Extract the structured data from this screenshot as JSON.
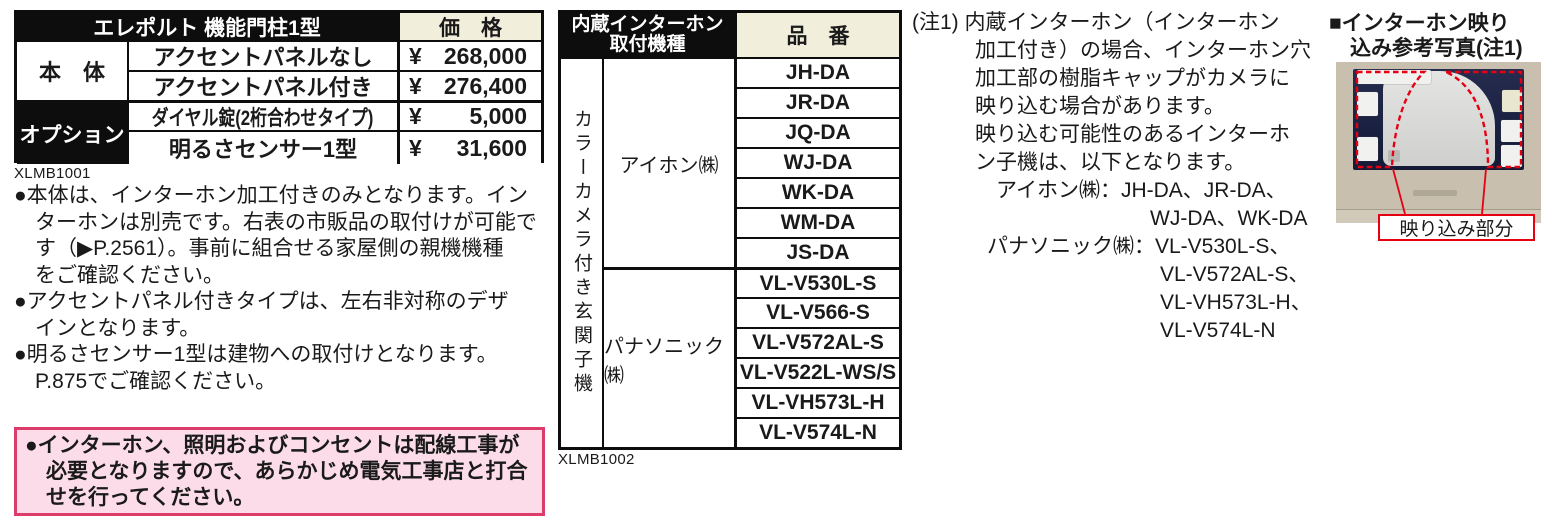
{
  "colors": {
    "table_header_cream": "#f2eedc",
    "table_border_black": "#0d0d0d",
    "caution_border_pink": "#dc3c69",
    "caution_bg_pink": "#fbdce8",
    "highlight_red": "#e60012",
    "photo_wall_beige": "#c8bfae",
    "unit_navy": "#1d2342"
  },
  "price_table": {
    "title": "エレポルト 機能門柱1型",
    "price_header": "価　格",
    "code": "XLMB1001",
    "groups": [
      {
        "label": "本　体",
        "rows": [
          {
            "item": "アクセントパネルなし",
            "currency": "¥",
            "amount": "268,000"
          },
          {
            "item": "アクセントパネル付き",
            "currency": "¥",
            "amount": "276,400"
          }
        ]
      },
      {
        "label": "オプション",
        "rows": [
          {
            "item": "ダイヤル錠(2桁合わせタイプ)",
            "currency": "¥",
            "amount": "5,000"
          },
          {
            "item": "明るさセンサー1型",
            "currency": "¥",
            "amount": "31,600"
          }
        ]
      }
    ]
  },
  "notes": {
    "items": [
      {
        "lines": [
          "●本体は、インターホン加工付きのみとなります。イン",
          "ターホンは別売です。右表の市販品の取付けが可能で",
          "す（▶P.2561）。事前に組合せる家屋側の親機機種",
          "をご確認ください。"
        ]
      },
      {
        "lines": [
          "●アクセントパネル付きタイプは、左右非対称のデザ",
          "インとなります。"
        ]
      },
      {
        "lines": [
          "●明るさセンサー1型は建物への取付けとなります。",
          "P.875でご確認ください。"
        ]
      }
    ]
  },
  "caution": {
    "lines": [
      "●インターホン、照明およびコンセントは配線工事が",
      "必要となりますので、あらかじめ電気工事店と打合",
      "せを行ってください。"
    ]
  },
  "intercom_table": {
    "header_line1": "内蔵インターホン",
    "header_line2": "取付機種",
    "col_header": "品　番",
    "side_label": "カラーカメラ付き玄関子機",
    "makers": [
      "アイホン㈱",
      "パナソニック㈱"
    ],
    "parts": [
      "JH-DA",
      "JR-DA",
      "JQ-DA",
      "WJ-DA",
      "WK-DA",
      "WM-DA",
      "JS-DA",
      "VL-V530L-S",
      "VL-V566-S",
      "VL-V572AL-S",
      "VL-V522L-WS/S",
      "VL-VH573L-H",
      "VL-V574L-N"
    ],
    "code": "XLMB1002"
  },
  "note1": {
    "lines": [
      "(注1) 内蔵インターホン（インターホン",
      "加工付き）の場合、インターホン穴",
      "加工部の樹脂キャップがカメラに",
      "映り込む場合があります。",
      "映り込む可能性のあるインターホ",
      "ン子機は、以下となります。",
      "アイホン㈱：JH-DA、JR-DA、",
      "WJ-DA、WK-DA",
      "パナソニック㈱：VL-V530L-S、",
      "VL-V572AL-S、",
      "VL-VH573L-H、",
      "VL-V574L-N"
    ]
  },
  "photo": {
    "title_line1": "■インターホン映り",
    "title_line2": "込み参考写真(注1)",
    "label": "映り込み部分"
  }
}
